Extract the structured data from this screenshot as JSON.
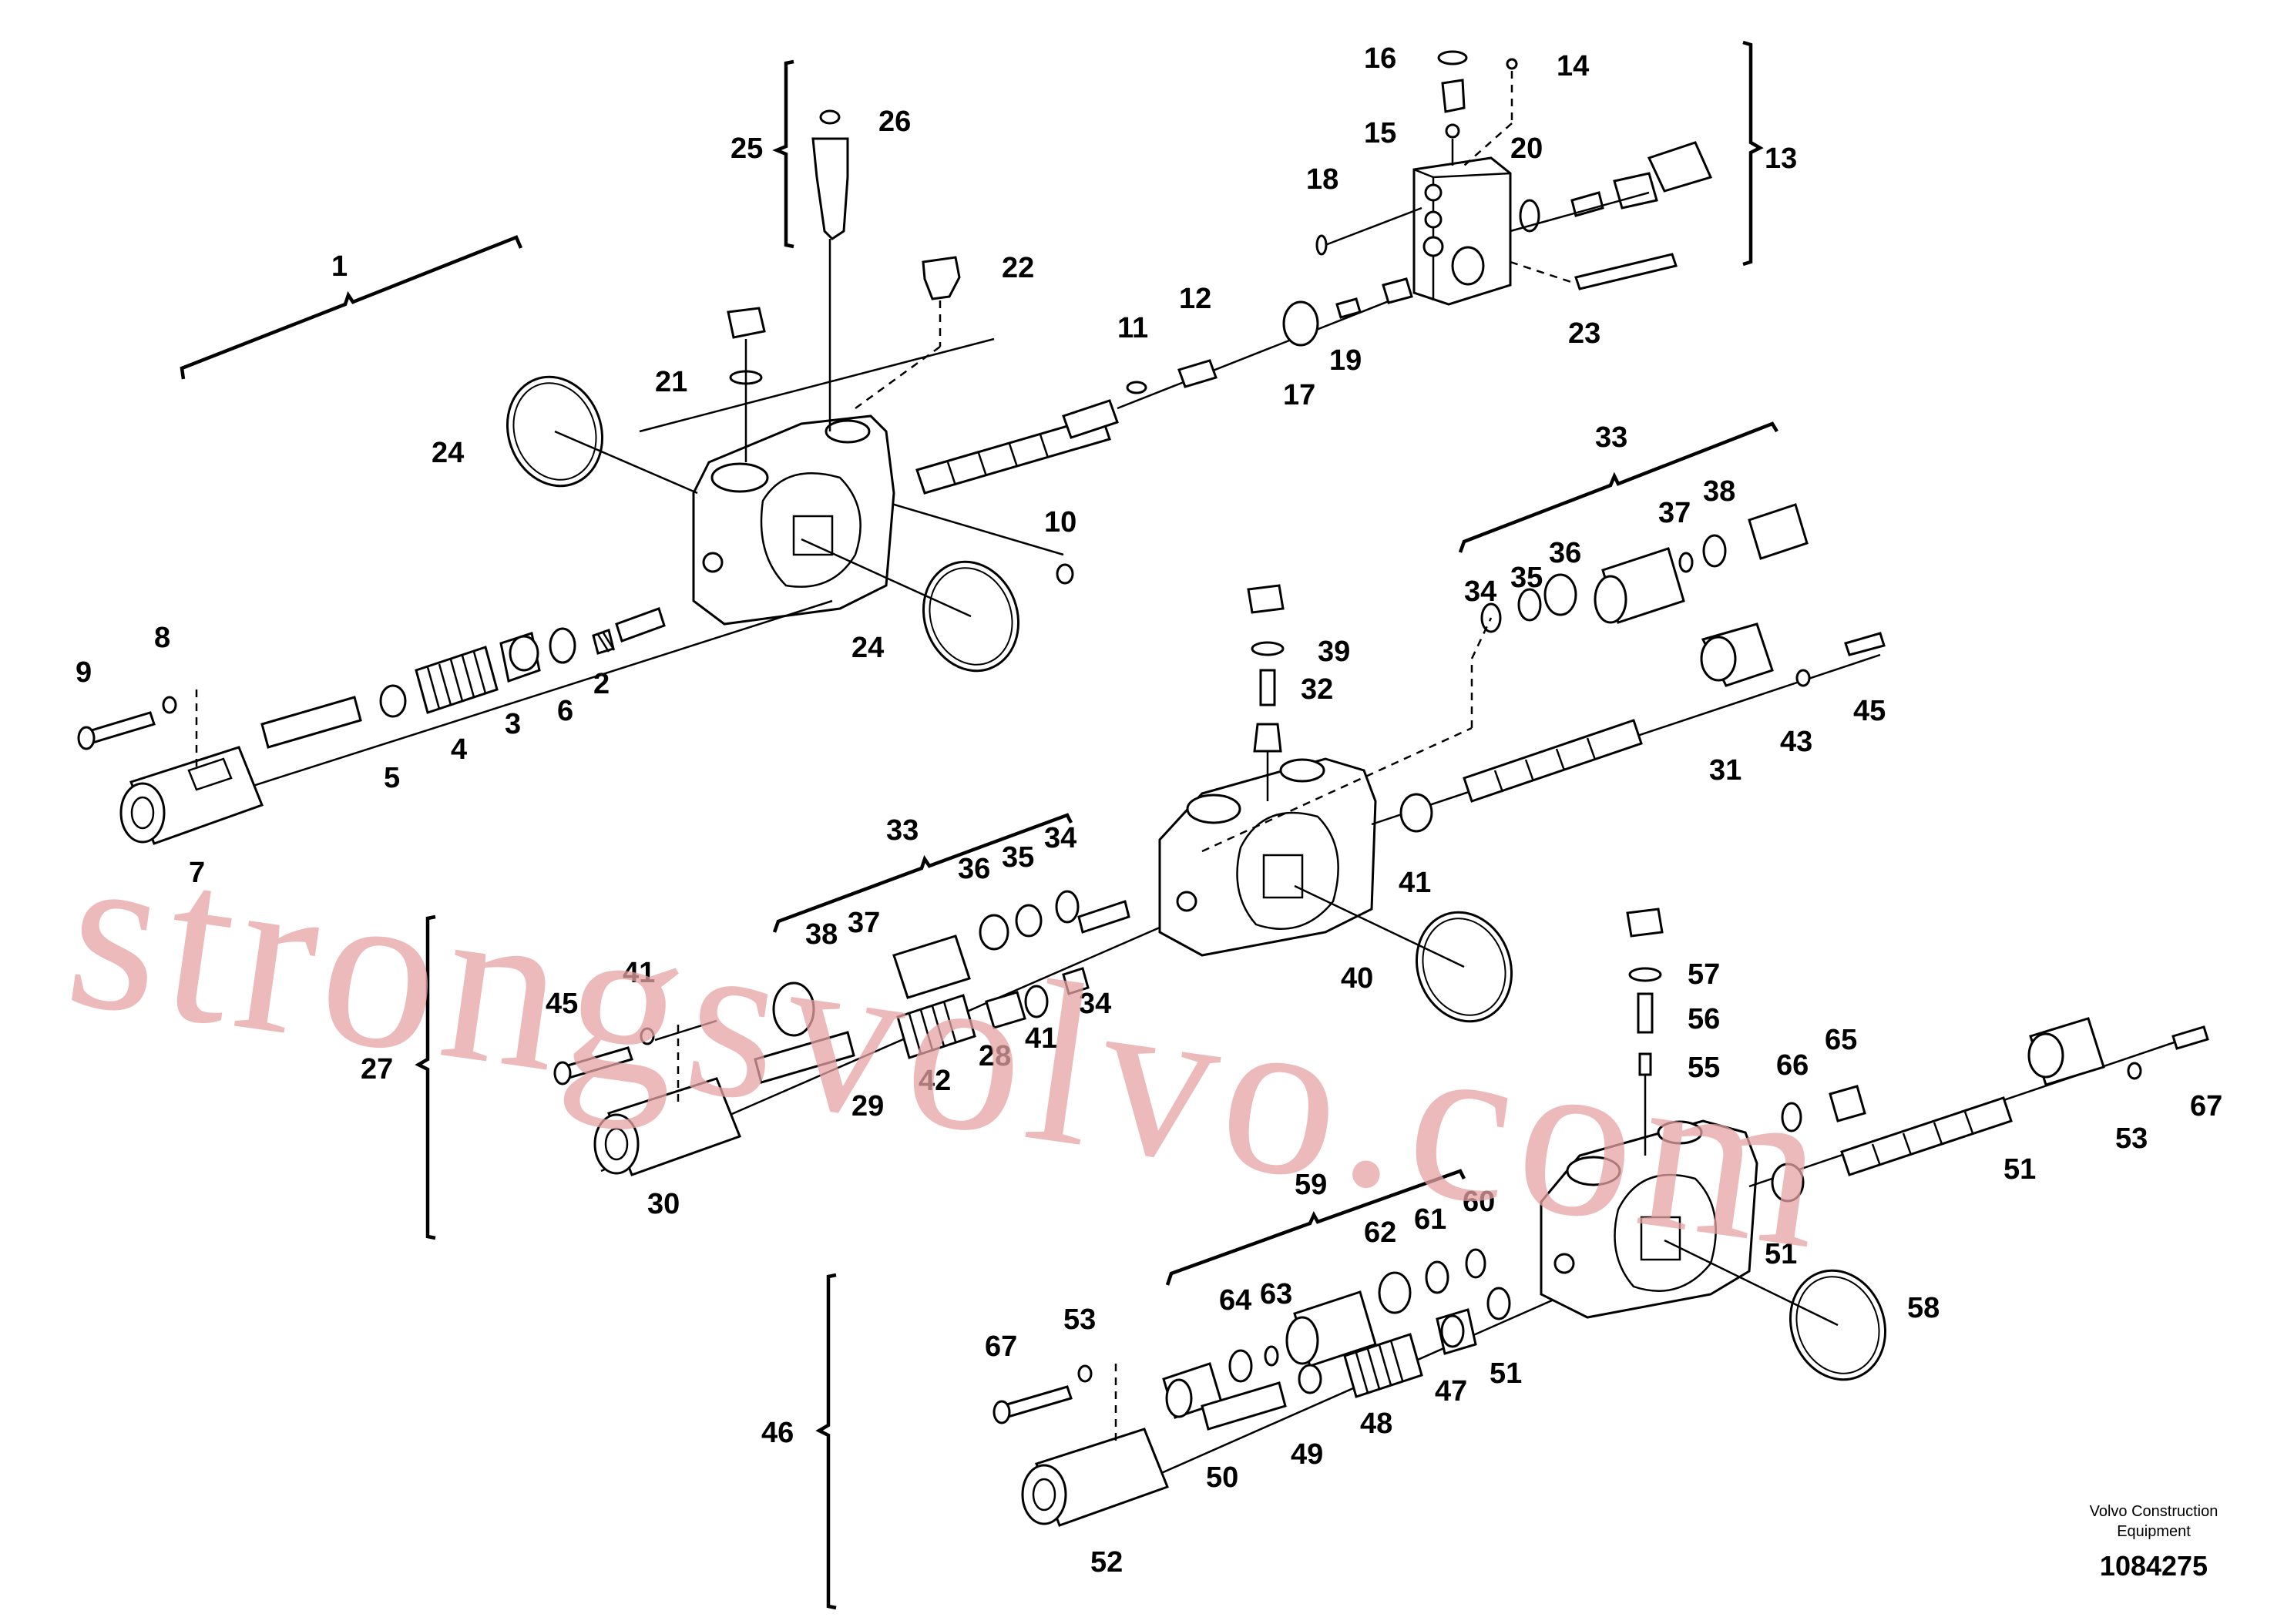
{
  "diagram": {
    "callouts": [
      {
        "id": "c1",
        "text": "1"
      },
      {
        "id": "c2",
        "text": "2"
      },
      {
        "id": "c3",
        "text": "3"
      },
      {
        "id": "c4",
        "text": "4"
      },
      {
        "id": "c5",
        "text": "5"
      },
      {
        "id": "c6",
        "text": "6"
      },
      {
        "id": "c7",
        "text": "7"
      },
      {
        "id": "c8",
        "text": "8"
      },
      {
        "id": "c9",
        "text": "9"
      },
      {
        "id": "c10",
        "text": "10"
      },
      {
        "id": "c11",
        "text": "11"
      },
      {
        "id": "c12",
        "text": "12"
      },
      {
        "id": "c13",
        "text": "13"
      },
      {
        "id": "c14",
        "text": "14"
      },
      {
        "id": "c15",
        "text": "15"
      },
      {
        "id": "c16",
        "text": "16"
      },
      {
        "id": "c17",
        "text": "17"
      },
      {
        "id": "c18",
        "text": "18"
      },
      {
        "id": "c19",
        "text": "19"
      },
      {
        "id": "c20",
        "text": "20"
      },
      {
        "id": "c21",
        "text": "21"
      },
      {
        "id": "c22",
        "text": "22"
      },
      {
        "id": "c23",
        "text": "23"
      },
      {
        "id": "c24a",
        "text": "24"
      },
      {
        "id": "c24b",
        "text": "24"
      },
      {
        "id": "c25",
        "text": "25"
      },
      {
        "id": "c26",
        "text": "26"
      },
      {
        "id": "c27",
        "text": "27"
      },
      {
        "id": "c28",
        "text": "28"
      },
      {
        "id": "c29",
        "text": "29"
      },
      {
        "id": "c30",
        "text": "30"
      },
      {
        "id": "c31",
        "text": "31"
      },
      {
        "id": "c32",
        "text": "32"
      },
      {
        "id": "c33a",
        "text": "33"
      },
      {
        "id": "c33b",
        "text": "33"
      },
      {
        "id": "c34a",
        "text": "34"
      },
      {
        "id": "c34b",
        "text": "34"
      },
      {
        "id": "c34c",
        "text": "34"
      },
      {
        "id": "c35a",
        "text": "35"
      },
      {
        "id": "c35b",
        "text": "35"
      },
      {
        "id": "c36a",
        "text": "36"
      },
      {
        "id": "c36b",
        "text": "36"
      },
      {
        "id": "c37a",
        "text": "37"
      },
      {
        "id": "c37b",
        "text": "37"
      },
      {
        "id": "c38a",
        "text": "38"
      },
      {
        "id": "c38b",
        "text": "38"
      },
      {
        "id": "c39",
        "text": "39"
      },
      {
        "id": "c40",
        "text": "40"
      },
      {
        "id": "c41a",
        "text": "41"
      },
      {
        "id": "c41b",
        "text": "41"
      },
      {
        "id": "c41c",
        "text": "41"
      },
      {
        "id": "c42",
        "text": "42"
      },
      {
        "id": "c43",
        "text": "43"
      },
      {
        "id": "c45a",
        "text": "45"
      },
      {
        "id": "c45b",
        "text": "45"
      },
      {
        "id": "c46",
        "text": "46"
      },
      {
        "id": "c47",
        "text": "47"
      },
      {
        "id": "c48",
        "text": "48"
      },
      {
        "id": "c49",
        "text": "49"
      },
      {
        "id": "c50",
        "text": "50"
      },
      {
        "id": "c51a",
        "text": "51"
      },
      {
        "id": "c51b",
        "text": "51"
      },
      {
        "id": "c51c",
        "text": "51"
      },
      {
        "id": "c52",
        "text": "52"
      },
      {
        "id": "c53a",
        "text": "53"
      },
      {
        "id": "c53b",
        "text": "53"
      },
      {
        "id": "c55",
        "text": "55"
      },
      {
        "id": "c56",
        "text": "56"
      },
      {
        "id": "c57",
        "text": "57"
      },
      {
        "id": "c58",
        "text": "58"
      },
      {
        "id": "c59",
        "text": "59"
      },
      {
        "id": "c60",
        "text": "60"
      },
      {
        "id": "c61",
        "text": "61"
      },
      {
        "id": "c62",
        "text": "62"
      },
      {
        "id": "c63",
        "text": "63"
      },
      {
        "id": "c64",
        "text": "64"
      },
      {
        "id": "c65",
        "text": "65"
      },
      {
        "id": "c66",
        "text": "66"
      },
      {
        "id": "c67a",
        "text": "67"
      },
      {
        "id": "c67b",
        "text": "67"
      }
    ],
    "watermark": "strongsvolvo.com",
    "brand_line1": "Volvo Construction",
    "brand_line2": "Equipment",
    "reference_number": "1084275"
  }
}
